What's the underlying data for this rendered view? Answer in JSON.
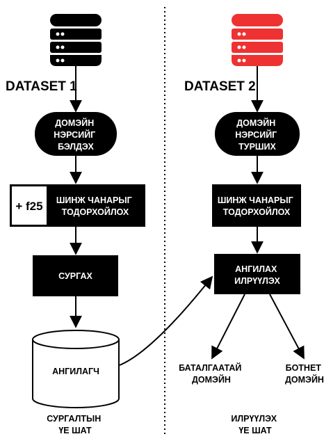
{
  "colors": {
    "black": "#000000",
    "red": "#ee3232",
    "white": "#ffffff"
  },
  "left": {
    "icon": "database-icon",
    "dataset_label": "DATASET 1",
    "step1": [
      "ДОМЭЙН",
      "НЭРСИЙГ",
      "БЭЛДЭХ"
    ],
    "feature_tag": "+ f25",
    "step2": [
      "ШИНЖ ЧАНАРЫГ",
      "ТОДОРХОЙЛОХ"
    ],
    "step3": [
      "СУРГАХ"
    ],
    "classifier": [
      "АНГИЛАГЧ"
    ],
    "footer": [
      "СУРГАЛТЫН",
      "ҮЕ ШАТ"
    ]
  },
  "right": {
    "icon": "database-icon",
    "dataset_label": "DATASET 2",
    "step1": [
      "ДОМЭЙН",
      "НЭРСИЙГ",
      "ТУРШИХ"
    ],
    "step2": [
      "ШИНЖ ЧАНАРЫГ",
      "ТОДОРХОЙЛОХ"
    ],
    "step3": [
      "АНГИЛАХ",
      "ИЛРҮҮЛЭХ"
    ],
    "out_left": [
      "БАТАЛГААТАЙ",
      "ДОМЭЙН"
    ],
    "out_right": [
      "БОТНЕТ",
      "ДОМЭЙН"
    ],
    "footer": [
      "ИЛРҮҮЛЭХ",
      "ҮЕ ШАТ"
    ]
  }
}
